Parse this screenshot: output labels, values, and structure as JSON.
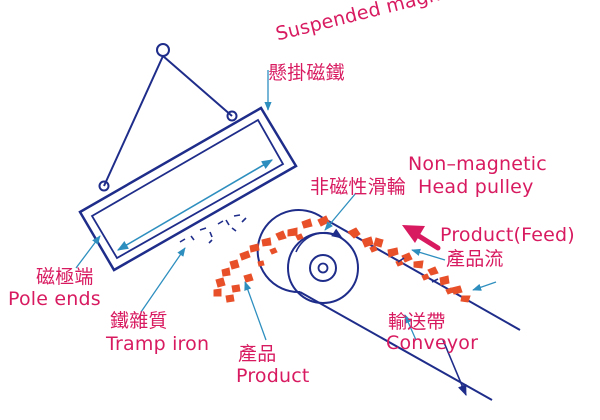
{
  "colors": {
    "label": "#d81b60",
    "line": "#1f2d8a",
    "leader": "#2e8fbf",
    "product": "#e8502a",
    "feed_arrow": "#d81b60"
  },
  "labels": {
    "suspended_magnet_cn": "懸掛磁鐵",
    "suspended_magnet_en": "Suspended magnet",
    "non_magnetic": "Non–magnetic",
    "head_pulley_cn": "非磁性滑輪",
    "head_pulley_en": "Head pulley",
    "product_feed_en": "Product(Feed)",
    "product_feed_cn": "產品流",
    "pole_ends_cn": "磁極端",
    "pole_ends_en": "Pole ends",
    "tramp_iron_cn": "鐵雜質",
    "tramp_iron_en": "Tramp iron",
    "product_cn": "產品",
    "product_en": "Product",
    "conveyor_cn": "輸送帶",
    "conveyor_en": "Conveyor"
  },
  "icons": {
    "feed_arrow": "arrow-icon",
    "lifting_ring": "ring-icon"
  }
}
